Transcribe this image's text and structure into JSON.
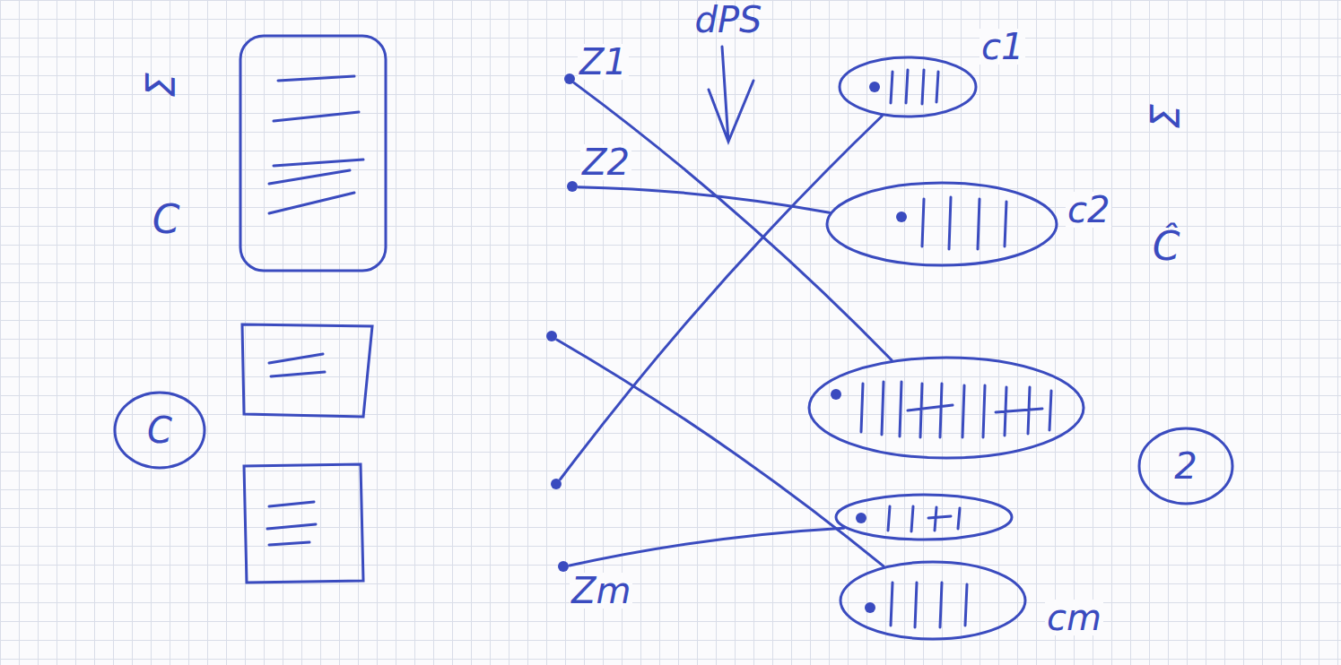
{
  "diagram": {
    "nodes": [
      {
        "text": [
          "Z1"
        ]
      },
      {
        "text": [
          "Z2"
        ]
      },
      {
        "text": []
      },
      {
        "text": []
      },
      {
        "text": [
          "Zm"
        ]
      },
      {
        "text": [
          "c1"
        ]
      },
      {
        "text": [
          "c2"
        ]
      },
      {
        "text": []
      },
      {
        "text": []
      },
      {
        "text": [
          "cm"
        ]
      }
    ],
    "edges": [
      {
        "from": 0,
        "to": 7,
        "arrow": "none"
      },
      {
        "from": 1,
        "to": 6,
        "arrow": "none"
      },
      {
        "from": 2,
        "to": 9,
        "arrow": "none"
      },
      {
        "from": 3,
        "to": 5,
        "arrow": "none"
      },
      {
        "from": 4,
        "to": 8,
        "arrow": "none"
      }
    ],
    "labels": [
      "dPS",
      "Σ",
      "C",
      "C",
      "Σ",
      "Ĉ",
      "2"
    ]
  }
}
